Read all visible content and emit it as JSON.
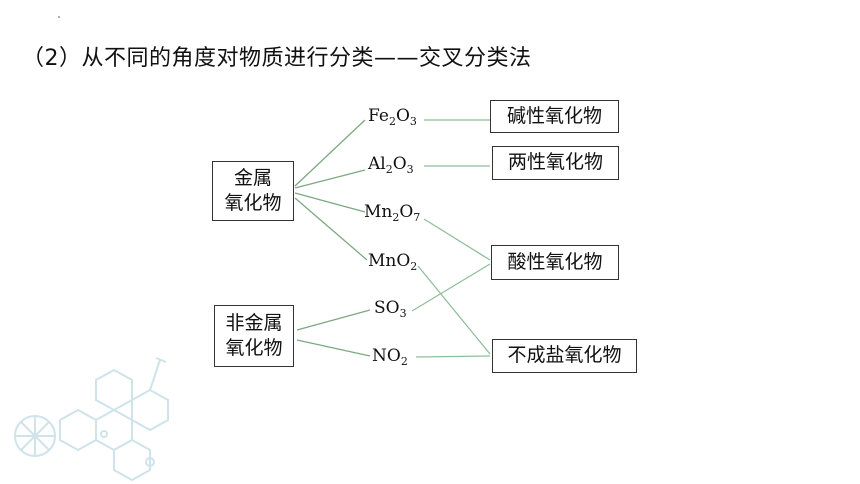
{
  "title": "（2）从不同的角度对物质进行分类——交叉分类法",
  "left_boxes": {
    "metal_line1": "金属",
    "metal_line2": "氧化物",
    "nonmetal_line1": "非金属",
    "nonmetal_line2": "氧化物"
  },
  "compounds": [
    {
      "parts": [
        {
          "t": "Fe"
        },
        {
          "t": "2",
          "sub": true
        },
        {
          "t": "O"
        },
        {
          "t": "3",
          "sub": true
        }
      ]
    },
    {
      "parts": [
        {
          "t": "Al"
        },
        {
          "t": "2",
          "sub": true
        },
        {
          "t": "O"
        },
        {
          "t": "3",
          "sub": true
        }
      ]
    },
    {
      "parts": [
        {
          "t": "Mn"
        },
        {
          "t": "2",
          "sub": true
        },
        {
          "t": "O"
        },
        {
          "t": "7",
          "sub": true
        }
      ]
    },
    {
      "parts": [
        {
          "t": "MnO"
        },
        {
          "t": "2",
          "sub": true
        }
      ]
    },
    {
      "parts": [
        {
          "t": "SO"
        },
        {
          "t": "3",
          "sub": true
        }
      ]
    },
    {
      "parts": [
        {
          "t": "NO"
        },
        {
          "t": "2",
          "sub": true
        }
      ]
    }
  ],
  "right_boxes": {
    "basic": "碱性氧化物",
    "amphoteric": "两性氧化物",
    "acidic": "酸性氧化物",
    "non_salt": "不成盐氧化物"
  },
  "colors": {
    "line_left": "#7da882",
    "line_right": "#8fbf9a",
    "box_border": "#333333",
    "decoration": "#cfe3ea"
  }
}
